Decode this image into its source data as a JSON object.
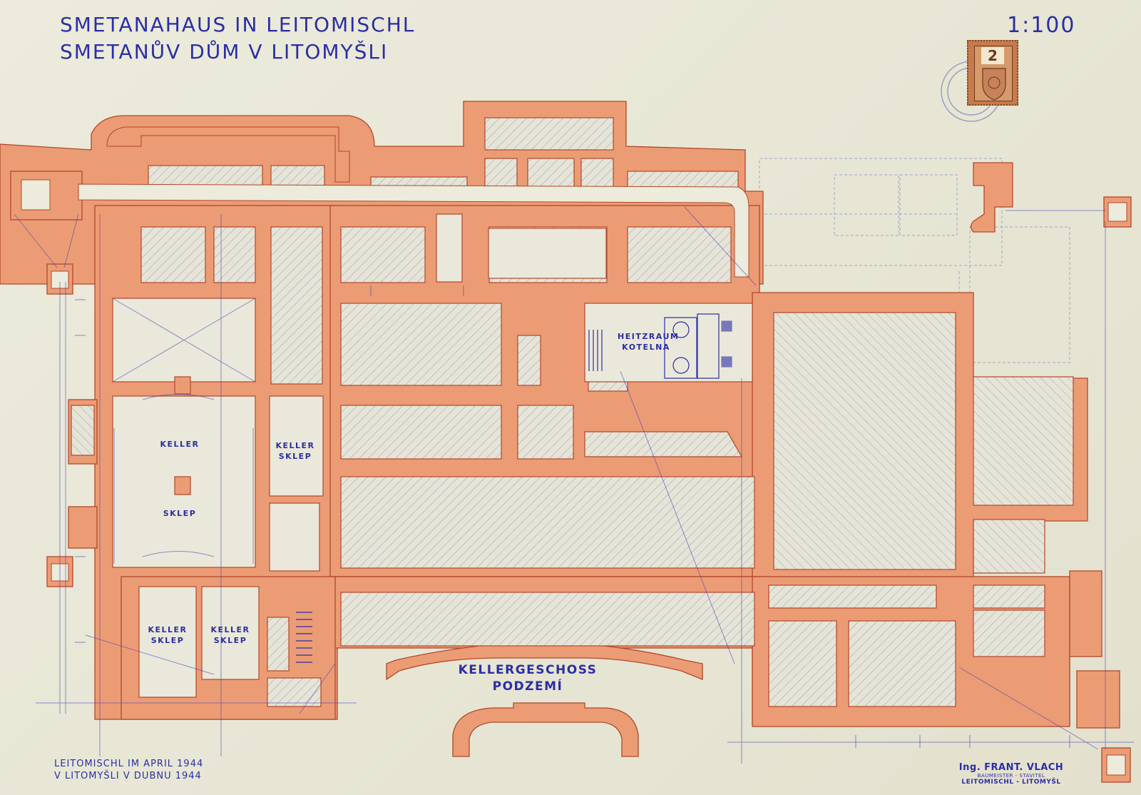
{
  "header": {
    "title_de": "SMETANAHAUS IN LEITOMISCHL",
    "title_cz": "SMETANŮV DŮM V LITOMYŠLI",
    "scale": "1:100"
  },
  "rooms": {
    "heizraum_de": "HEITZRAUM",
    "heizraum_cz": "KOTELNA",
    "keller_1_de": "KELLER",
    "keller_1_cz": "SKLEP",
    "keller_2_de": "KELLER",
    "keller_2_cz": "SKLEP",
    "keller_3_de": "KELLER",
    "keller_3_cz": "SKLEP",
    "keller_4_de": "KELLER",
    "keller_4_cz": "SKLEP"
  },
  "sheet_label": {
    "de": "KELLERGESCHOSS",
    "cz": "PODZEMÍ"
  },
  "footer": {
    "date_de": "LEITOMISCHL IM APRIL 1944",
    "date_cz": "V LITOMYŠLI V DUBNU 1944"
  },
  "signature": {
    "name": "Ing. FRANT. VLACH",
    "role": "BAUMEISTER - STAVITEL",
    "city": "LEITOMISCHL - LITOMYŠL"
  },
  "stamp": {
    "value": "2"
  },
  "colors": {
    "paper": "#e9e7d7",
    "wall_fill": "#ec9c74",
    "wall_edge": "#b0482c",
    "ink": "#2b2ea5",
    "hatch": "#5d5faa"
  }
}
